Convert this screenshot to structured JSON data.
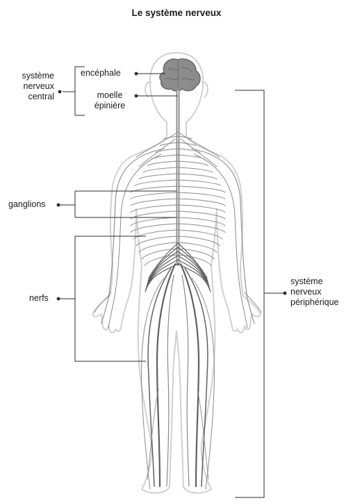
{
  "title": "Le système nerveux",
  "labels": {
    "cns": {
      "line1": "système",
      "line2": "nerveux",
      "line3": "central"
    },
    "brain": "encéphale",
    "spinal_cord": {
      "line1": "moelle",
      "line2": "épinière"
    },
    "ganglia": "ganglions",
    "nerves": "nerfs",
    "pns": {
      "line1": "système",
      "line2": "nerveux",
      "line3": "périphérique"
    }
  },
  "colors": {
    "body_outline": "#d0d0d0",
    "nerve": "#8a8a8a",
    "nerve_dark": "#5f5f5f",
    "brain": "#8c8c8c",
    "leader": "#2b2b2b"
  }
}
